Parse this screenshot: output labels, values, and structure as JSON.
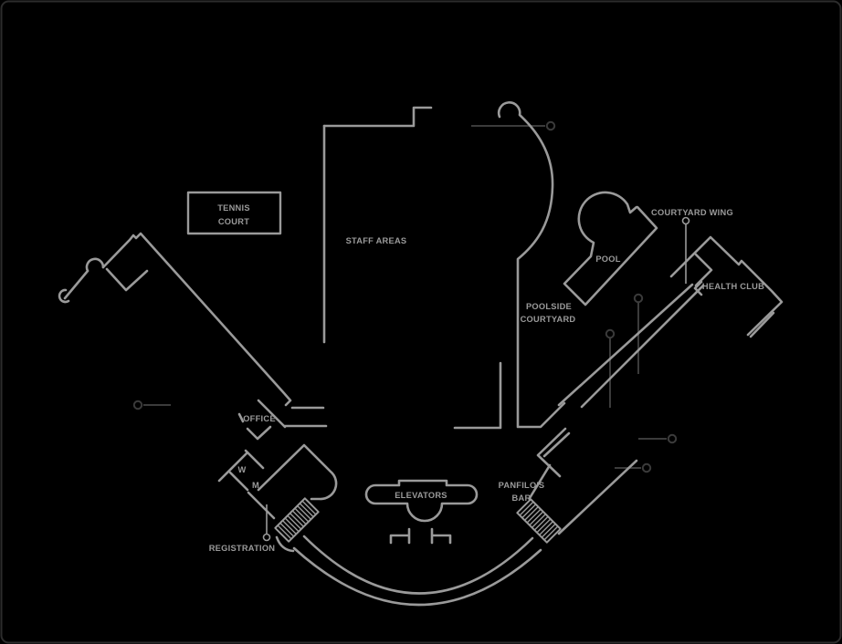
{
  "plan": {
    "type": "resort floor plan",
    "colors": {
      "background": "#000000",
      "wall": "#9a9a9a",
      "leader_dark": "#3b3b3b",
      "text": "#9a9a9a"
    },
    "areas": {
      "tennis_court": {
        "line1": "TENNIS",
        "line2": "COURT"
      },
      "staff_areas": {
        "label": "STAFF AREAS"
      },
      "pool": {
        "label": "POOL"
      },
      "poolside_courtyard": {
        "line1": "POOLSIDE",
        "line2": "COURTYARD"
      },
      "courtyard_wing": {
        "label": "COURTYARD WING"
      },
      "health_club": {
        "label": "HEALTH CLUB"
      },
      "office": {
        "label": "OFFICE"
      },
      "restroom_women": {
        "label": "W"
      },
      "restroom_men": {
        "label": "M"
      },
      "elevators": {
        "label": "ELEVATORS"
      },
      "panfilos_bar": {
        "line1": "PANFILO'S",
        "line2": "BAR"
      },
      "registration": {
        "label": "REGISTRATION"
      }
    }
  }
}
